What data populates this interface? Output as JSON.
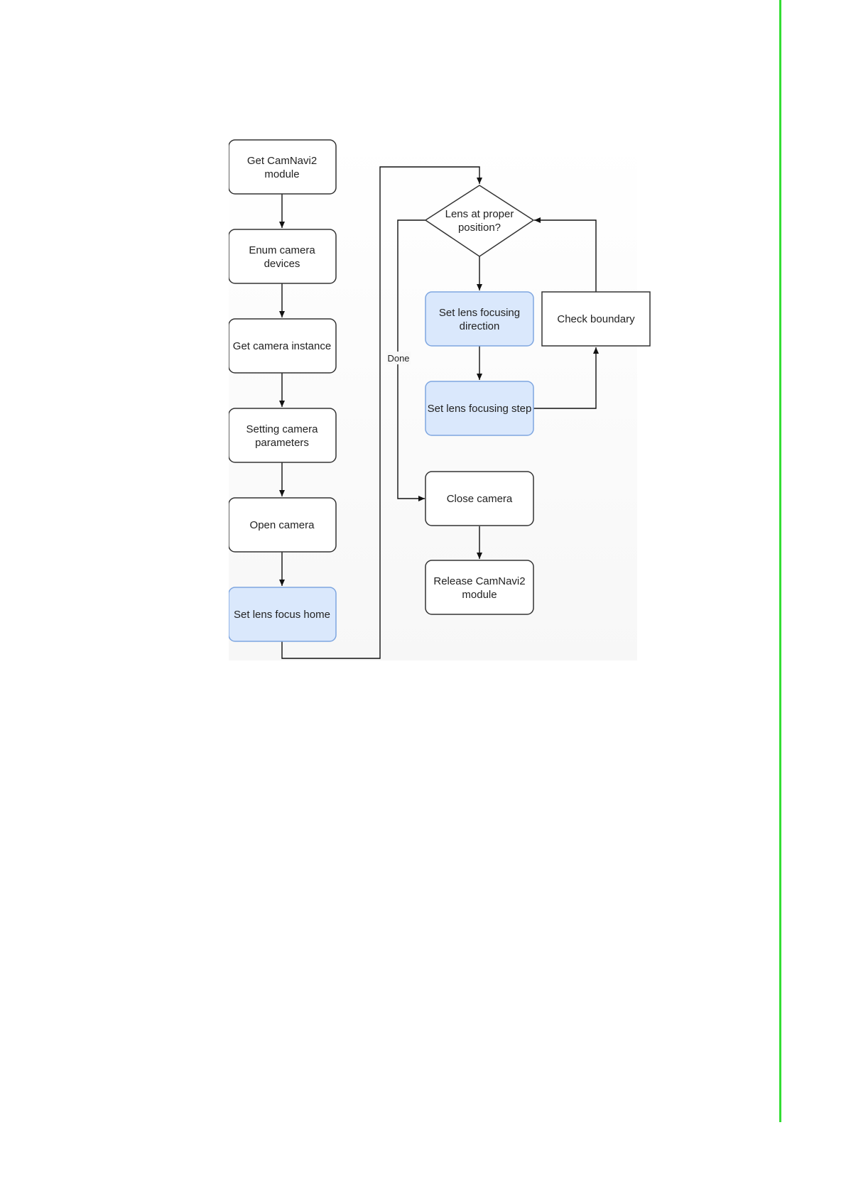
{
  "colors": {
    "margin_line": "#33dd33",
    "highlight_fill": "#dae8fc",
    "highlight_stroke": "#7ea6e0"
  },
  "diagram": {
    "nodes": {
      "get_module": [
        "Get CamNavi2",
        "module"
      ],
      "enum_devices": [
        "Enum camera",
        "devices"
      ],
      "get_instance": [
        "Get camera instance"
      ],
      "setting_params": [
        "Setting camera",
        "parameters"
      ],
      "open_camera": [
        "Open camera"
      ],
      "set_focus_home": [
        "Set lens focus home"
      ],
      "lens_decision": [
        "Lens at proper",
        "position?"
      ],
      "set_direction": [
        "Set lens focusing",
        "direction"
      ],
      "set_step": [
        "Set lens focusing step"
      ],
      "check_boundary": [
        "Check boundary"
      ],
      "close_camera": [
        "Close camera"
      ],
      "release_module": [
        "Release CamNavi2",
        "module"
      ]
    },
    "edge_labels": {
      "done": "Done"
    }
  }
}
